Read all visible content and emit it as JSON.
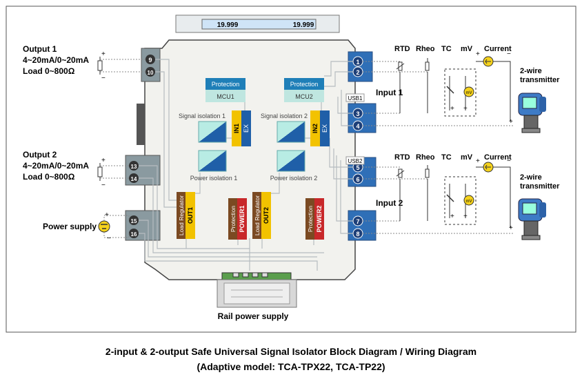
{
  "display": {
    "value_left": "19.999",
    "value_right": "19.999"
  },
  "output1": {
    "title": "Output 1",
    "range": "4~20mA/0~20mA",
    "load": "Load 0~800Ω",
    "terminals": [
      "9",
      "10"
    ]
  },
  "output2": {
    "title": "Output 2",
    "range": "4~20mA/0~20mA",
    "load": "Load 0~800Ω",
    "terminals": [
      "13",
      "14"
    ]
  },
  "power": {
    "label": "Power supply",
    "plus": "+",
    "minus": "−",
    "terminals": [
      "15",
      "16"
    ]
  },
  "input_terminals": [
    "1",
    "2",
    "3",
    "4",
    "5",
    "6",
    "7",
    "8"
  ],
  "usb": {
    "usb1": "USB1",
    "usb2": "USB2"
  },
  "channel1": {
    "protection": "Protection",
    "mcu": "MCU1",
    "signal_isolation": "Signal isolation 1",
    "power_isolation": "Power isolation 1",
    "in_label": "IN1",
    "ex_label": "EX",
    "load_regulator": "Load Regulator",
    "out_label": "OUT1",
    "prot_label": "Protection",
    "power_label": "POWER1"
  },
  "channel2": {
    "protection": "Protection",
    "mcu": "MCU2",
    "signal_isolation": "Signal isolation 2",
    "power_isolation": "Power isolation 2",
    "in_label": "IN2",
    "ex_label": "EX",
    "load_regulator": "Load Regulator",
    "out_label": "OUT2",
    "prot_label": "Protection",
    "power_label": "POWER2"
  },
  "input1": {
    "label": "Input 1"
  },
  "input2": {
    "label": "Input 2"
  },
  "sensor_headers": [
    "RTD",
    "Rheo",
    "TC",
    "mV",
    "Current"
  ],
  "mv_badge": "mV",
  "transmitter": {
    "line1": "2-wire",
    "line2": "transmitter"
  },
  "rail": {
    "label": "Rail power supply"
  },
  "caption": {
    "line1": "2-input & 2-output Safe Universal Signal Isolator Block Diagram / Wiring Diagram",
    "line2": "(Adaptive model: TCA-TPX22, TCA-TP22)"
  },
  "colors": {
    "module_body": "#f2f2ee",
    "terminal_blue": "#2f6fb7",
    "terminal_gray": "#8a9aa0",
    "protection_blue": "#1f7fb8",
    "mcu_teal": "#bfe6e0",
    "in_yellow": "#f2c200",
    "ex_blue": "#1f5fa8",
    "regulator_brown": "#7b4a22",
    "power_red": "#c8282a",
    "mv_yellow": "#f5d21c"
  }
}
